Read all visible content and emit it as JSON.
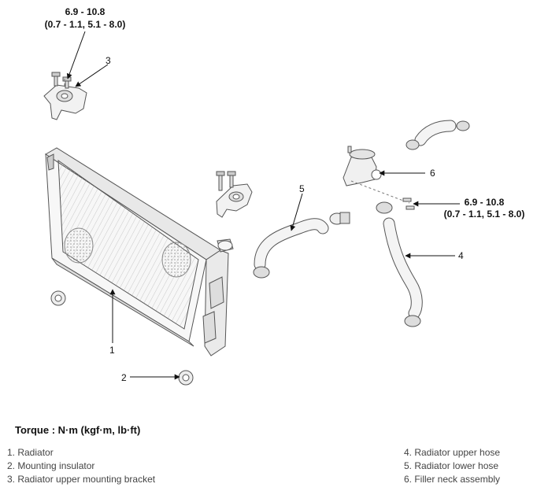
{
  "callouts": {
    "c1": "1",
    "c2": "2",
    "c3": "3",
    "c4": "4",
    "c5": "5",
    "c6": "6"
  },
  "torque_specs": {
    "top_line1": "6.9 - 10.8",
    "top_line2": "(0.7 - 1.1, 5.1 - 8.0)",
    "right_line1": "6.9 - 10.8",
    "right_line2": "(0.7 - 1.1, 5.1 - 8.0)"
  },
  "torque_heading": "Torque : N·m (kgf·m, lb·ft)",
  "legend": {
    "left": [
      "1. Radiator",
      "2. Mounting insulator",
      "3. Radiator upper mounting bracket"
    ],
    "right": [
      "4. Radiator upper hose",
      "5. Radiator lower hose",
      "6. Filler neck assembly"
    ]
  }
}
